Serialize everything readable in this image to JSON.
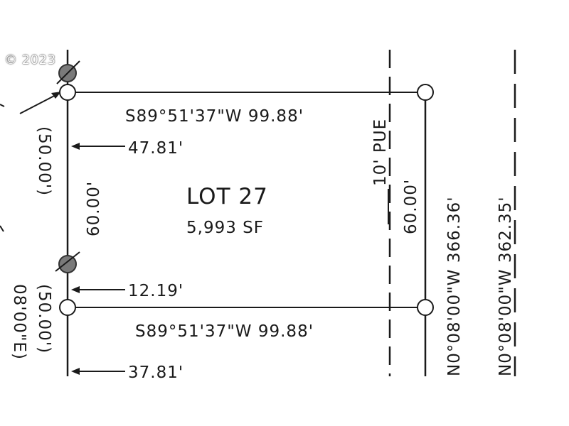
{
  "watermark": {
    "copyright": "© 2023"
  },
  "colors": {
    "ink": "#1a1a1a",
    "background": "#ffffff",
    "monument": "#7a7a7a"
  },
  "lot": {
    "title": "LOT 27",
    "area": "5,993 SF"
  },
  "bearings": {
    "north_line": "S89°51'37\"W 99.88'",
    "south_line": "S89°51'37\"W 99.88'"
  },
  "distances": {
    "west_side": "60.00'",
    "west_side_record": "(50.00')",
    "west_side_record_lower": "(50.00')",
    "east_side": "60.00'",
    "tie_upper": "47.81'",
    "tie_middle": "12.19'",
    "tie_lower": "37.81'",
    "lower_west_bearing_partial": "08'00\"E)"
  },
  "easement": {
    "label": "10' PUE"
  },
  "right_line": {
    "inner": "N0°08'00\"W 366.36'",
    "outer": "N0°08'00\"W 362.35'"
  }
}
